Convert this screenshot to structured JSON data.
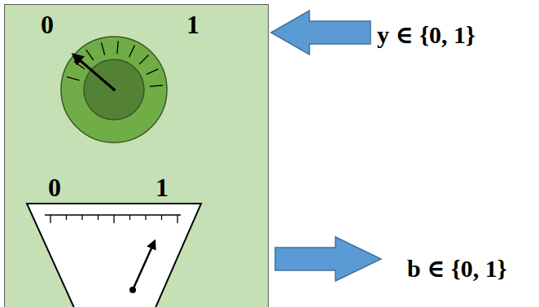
{
  "diagram": {
    "nodes": [
      {
        "text": [
          "0",
          "1",
          "0",
          "1"
        ]
      }
    ],
    "labels": [
      "y ∈ {0, 1}",
      "b ∈ {0, 1}"
    ]
  }
}
